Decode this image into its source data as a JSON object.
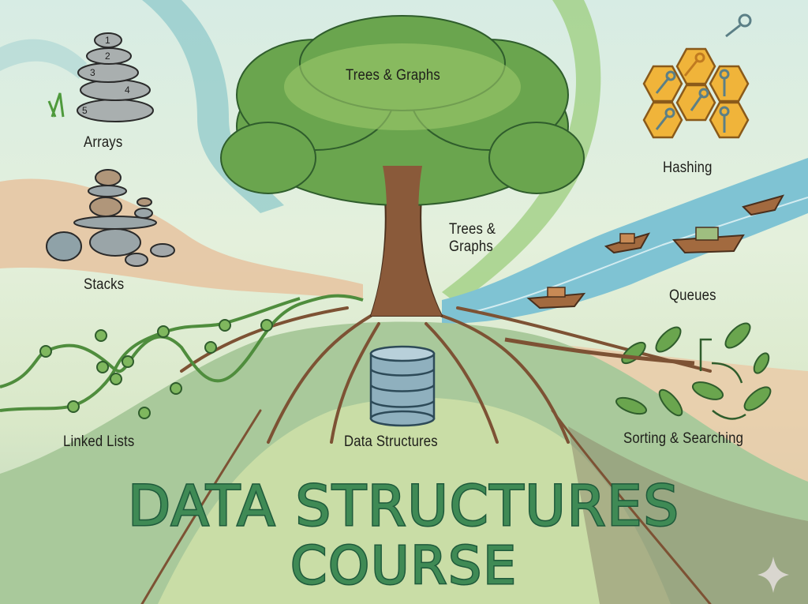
{
  "title": {
    "line1": "DATA STRUCTURES",
    "line2": "COURSE"
  },
  "topics": [
    {
      "id": "arrays",
      "label": "Arrays",
      "icon": "stacked-numbered-stones-icon",
      "numbers": [
        "1",
        "2",
        "3",
        "4",
        "5"
      ]
    },
    {
      "id": "stacks",
      "label": "Stacks",
      "icon": "balanced-rock-cairn-icon"
    },
    {
      "id": "linked-lists",
      "label": "Linked Lists",
      "icon": "vine-nodes-icon"
    },
    {
      "id": "trees-graphs-top",
      "label": "Trees & Graphs",
      "icon": "tree-canopy-icon"
    },
    {
      "id": "trees-graphs-side",
      "label": "Trees & Graphs",
      "icon": "tree-trunk-icon"
    },
    {
      "id": "hashing",
      "label": "Hashing",
      "icon": "honeycomb-keys-icon"
    },
    {
      "id": "queues",
      "label": "Queues",
      "icon": "river-boats-icon"
    },
    {
      "id": "sorting-searching",
      "label": "Sorting & Searching",
      "icon": "cycling-leaves-icon"
    },
    {
      "id": "data-structures",
      "label": "Data Structures",
      "icon": "database-cylinder-icon"
    }
  ],
  "colors": {
    "title_fill": "#3f8a55",
    "title_stroke": "#1f5a3b",
    "foliage": "#5f9a48",
    "trunk": "#8a5a3a",
    "river": "#7fc3d3",
    "honeycomb": "#f0b43a",
    "sand": "#e2b891"
  }
}
